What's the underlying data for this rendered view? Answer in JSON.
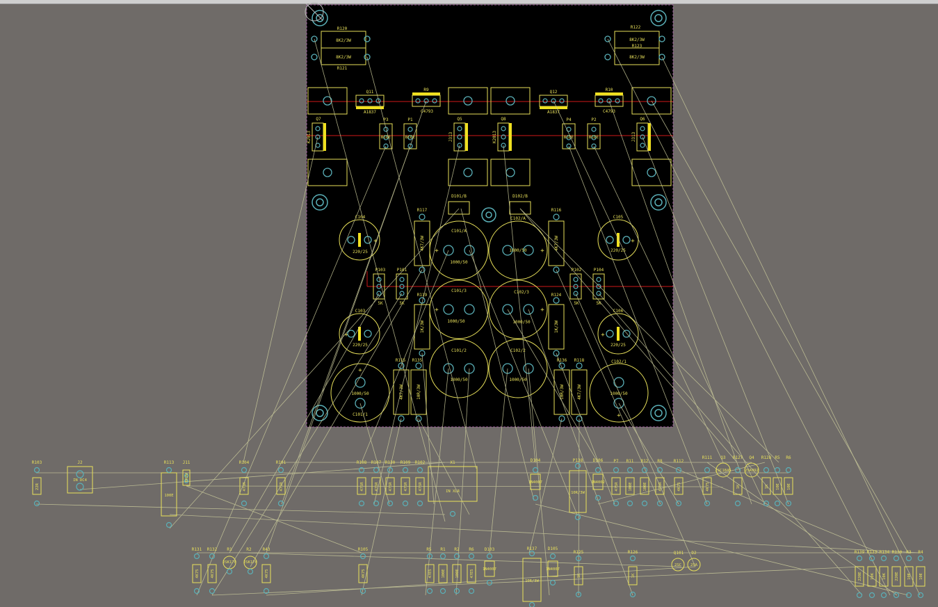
{
  "colors": {
    "background": "#6f6b68",
    "board": "#000000",
    "silk": "#e8e05a",
    "pad": "#5ab0b8",
    "rat": "#c8c89a",
    "track": "#d01818",
    "tab": "#f0e020"
  },
  "board_labels": {
    "r120": "R120",
    "r120v": "8K2/3W",
    "r121": "R121",
    "r121v": "8K2/3W",
    "r122": "R122",
    "r122v": "8K2/3W",
    "r123": "R123",
    "r123v": "8K2/3W",
    "q11": "Q11",
    "q11v": "A1837",
    "r9": "R9",
    "r9v": "C4793",
    "q12": "Q12",
    "q12v": "A1837",
    "r10": "R10",
    "r10v": "C4793",
    "q7": "Q7",
    "q7v": "K2013",
    "p3": "P3",
    "p3v": "BCDE",
    "p1": "P1",
    "p1v": "BCDE",
    "q5": "Q5",
    "q5v": "J313",
    "q8": "Q8",
    "q8v": "K2013",
    "p4": "P4",
    "p4v": "BCDE",
    "p2": "P2",
    "p2v": "BCDE",
    "q6": "Q6",
    "q6v": "J313",
    "d101": "D101/B",
    "d102": "D102/B",
    "c104": "C104",
    "c104v": "220/25",
    "r117": "R117",
    "r117v": "4K7/3W",
    "c101a": "C101/A",
    "c101av": "1000/50",
    "c102a": "C102/A",
    "c102av": "1000/50",
    "r116": "R116",
    "r116v": "4K7/3W",
    "c105": "C105",
    "c105v": "220/25",
    "p103": "P103",
    "p103v": "5K",
    "p101": "P101",
    "p101v": "5K",
    "p102": "P102",
    "p102v": "5K",
    "p104": "P104",
    "p104v": "5K",
    "r119": "R119",
    "r119v": "1K/3W",
    "c101d": "C101/3",
    "c101dv": "1000/50",
    "c102d": "C102/3",
    "c102dv": "1000/50",
    "r124": "R124",
    "r124v": "1K/3W",
    "c103": "C103",
    "c103v": "220/25",
    "c106": "C106",
    "c106v": "220/25",
    "r115": "R115",
    "r135": "R135",
    "r115v": "4K7/3W",
    "r135v": "10R/3W",
    "c101b": "C101/2",
    "c101bv": "1000/50",
    "c102b": "C102/2",
    "c102bv": "1000/50",
    "r136": "R136",
    "r118": "R118",
    "r136v": "10R/3W",
    "r118v": "4K7/3W",
    "c101c": "C101/1",
    "c101cv": "1000/50",
    "c102c": "C102/1",
    "c102cv": "1000/50"
  },
  "row1_labels": {
    "r103": "R103",
    "r103v": "22R",
    "j2": "J2",
    "j2v": "IN DC4",
    "r113": "R113",
    "r113v": "100E",
    "j11": "J11",
    "j11v": "BR2W",
    "r104": "R104",
    "r104v": "475R",
    "r101": "R101",
    "r101v": "475R",
    "r108": "R108",
    "r108v": "475R",
    "r107": "R107",
    "r107v": "475R",
    "r130": "R130",
    "r130v": "475R",
    "r109": "R109",
    "r109v": "475R",
    "r102": "R102",
    "r102v": "475R",
    "x1": "X1",
    "x1v": "IN XLR",
    "d104": "D104",
    "d104v": "1N4007",
    "p138": "P138",
    "p138v": "10R/3W",
    "d106": "D106",
    "d106v": "1N4002",
    "p7": "P7",
    "p7v": "475R",
    "r11": "R11",
    "r11v": "100E",
    "r12": "R12",
    "r12v": "100E",
    "r8": "R8",
    "r8v": "475R",
    "r112": "R112",
    "r112v": "4K75",
    "r111": "R111",
    "r111v": "4K75",
    "q3": "Q3",
    "q3v": "2SC1845",
    "r127": "R127",
    "r127v": "1K",
    "q4": "Q4",
    "q4v": "2SA992",
    "r128": "R128",
    "r128v": "1K",
    "r5": "R5",
    "r5v": "10E",
    "r6": "R6",
    "r6v": "10E"
  },
  "row2_labels": {
    "r131": "R131",
    "r131v": "4K75",
    "r132": "R132",
    "r132v": "4K75",
    "r1": "R1",
    "r1v": "2SK170",
    "r2": "R2",
    "r2v": "2SK170",
    "r43": "R43",
    "r43v": "4K75",
    "r105": "R105",
    "r105v": "4K75",
    "r5b": "R5",
    "r5bv": "47E5",
    "r1b": "R1",
    "r1bv": "100E",
    "r2b": "R2",
    "r2bv": "100E",
    "r6b": "R6",
    "r6bv": "47E5",
    "d103": "D103",
    "d103v": "1N4007",
    "r137": "R137",
    "r137v": "10R/3W",
    "d105": "D105",
    "d105v": "1N4007",
    "r125": "R125",
    "r125v": "1K",
    "r126": "R126",
    "r126v": "1K",
    "q101": "Q101",
    "q101v": "2SC",
    "d2": "D2",
    "d2v": "2SA",
    "r139": "R139",
    "r139v": "220E",
    "r133": "R133",
    "r133v": "10K",
    "r134": "R134",
    "r134v": "10K",
    "r130b": "R130",
    "r130bv": "220E",
    "r3": "R3",
    "r3v": "10E",
    "r4": "R4",
    "r4v": "10E"
  }
}
